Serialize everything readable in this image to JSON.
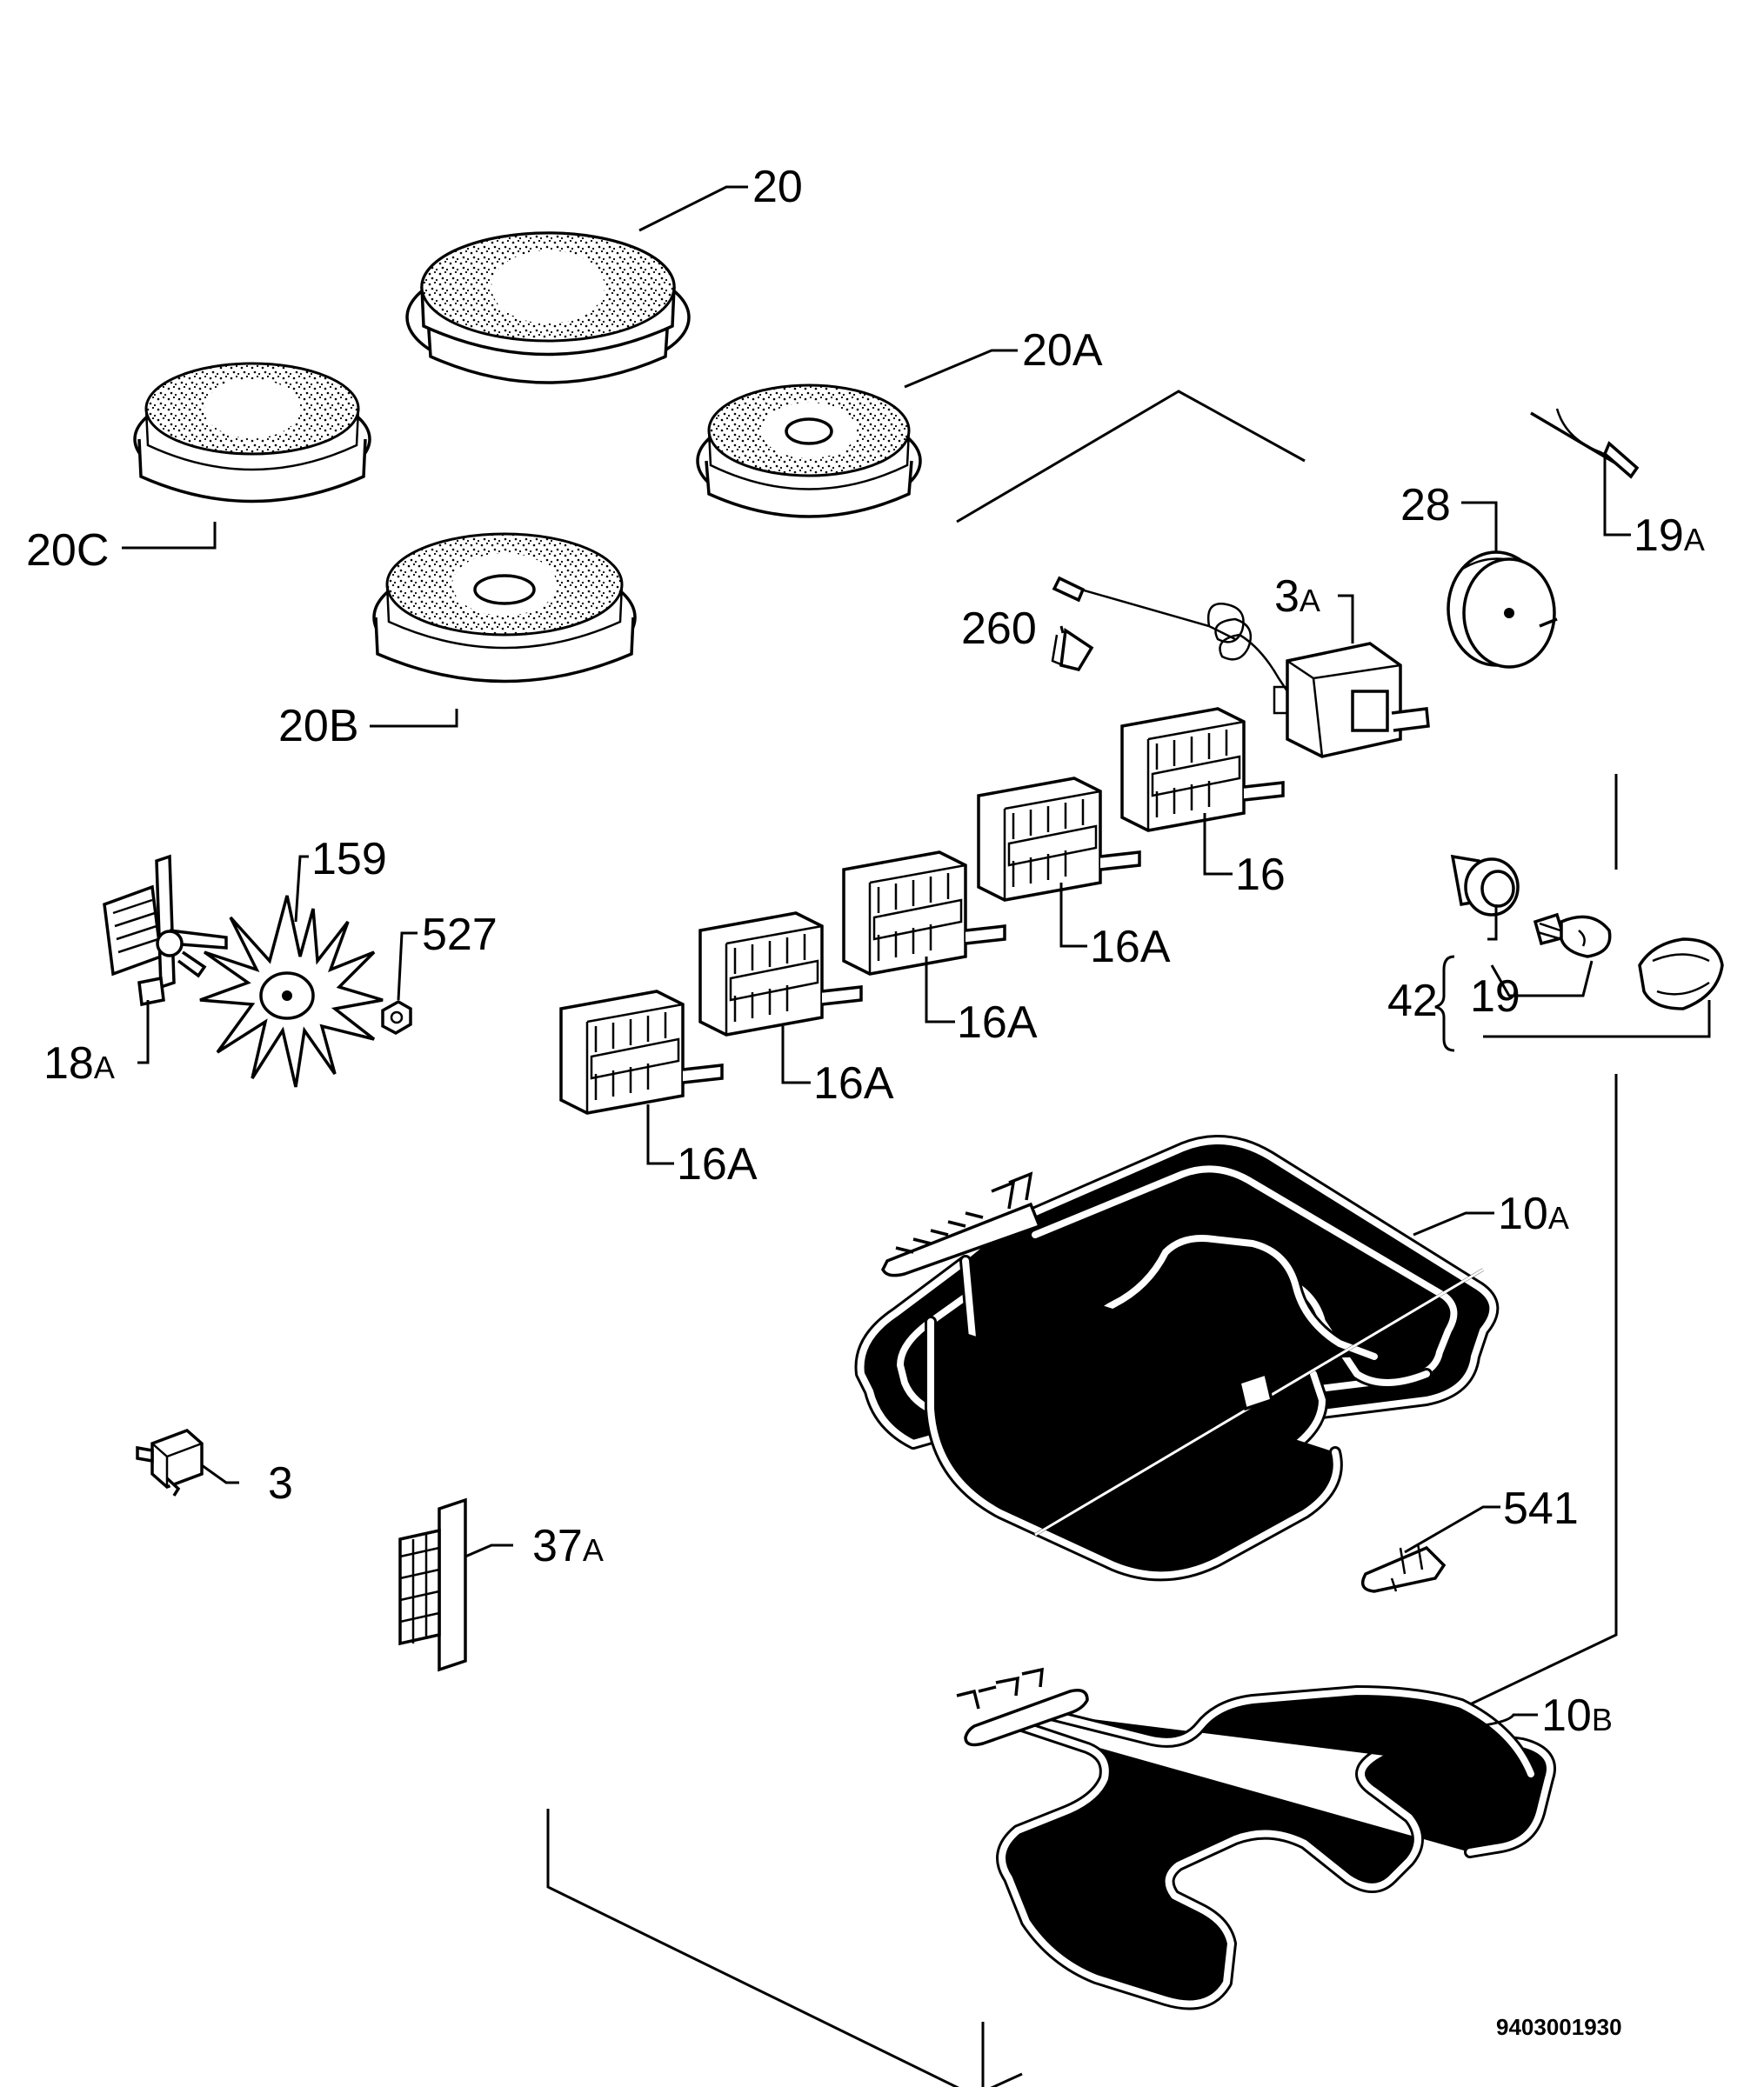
{
  "labels": {
    "p20": {
      "main": "20",
      "sub": ""
    },
    "p20A": {
      "main": "20",
      "sub": "A"
    },
    "p20C": {
      "main": "20",
      "sub": "C"
    },
    "p20B": {
      "main": "20",
      "sub": "B"
    },
    "p19A": {
      "main": "19",
      "sub": "A"
    },
    "p28": {
      "main": "28",
      "sub": ""
    },
    "p3A": {
      "main": "3",
      "sub": "A"
    },
    "p260": {
      "main": "260",
      "sub": ""
    },
    "p159": {
      "main": "159",
      "sub": ""
    },
    "p527": {
      "main": "527",
      "sub": ""
    },
    "p18A": {
      "main": "18",
      "sub": "A"
    },
    "p16": {
      "main": "16",
      "sub": ""
    },
    "p16A_1": {
      "main": "16",
      "sub": "A"
    },
    "p16A_2": {
      "main": "16",
      "sub": "A"
    },
    "p16A_3": {
      "main": "16",
      "sub": "A"
    },
    "p16A_4": {
      "main": "16",
      "sub": "A"
    },
    "p42": {
      "main": "42",
      "sub": ""
    },
    "p19": {
      "main": "19",
      "sub": ""
    },
    "p10A": {
      "main": "10",
      "sub": "A"
    },
    "p10B": {
      "main": "10",
      "sub": "B"
    },
    "p541": {
      "main": "541",
      "sub": ""
    },
    "p3": {
      "main": "3",
      "sub": ""
    },
    "p37A": {
      "main": "37",
      "sub": "A"
    }
  },
  "drawing_number": "9403001930"
}
